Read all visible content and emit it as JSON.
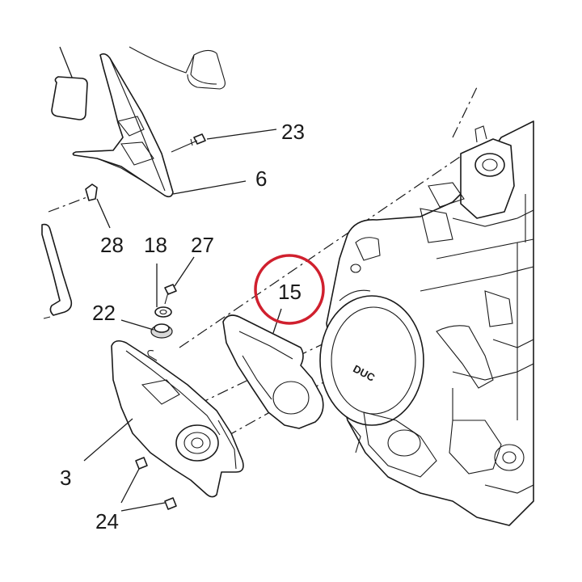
{
  "diagram": {
    "callouts": [
      {
        "id": "c23",
        "text": "23"
      },
      {
        "id": "c6",
        "text": "6"
      },
      {
        "id": "c28",
        "text": "28"
      },
      {
        "id": "c18",
        "text": "18"
      },
      {
        "id": "c27",
        "text": "27"
      },
      {
        "id": "c22",
        "text": "22"
      },
      {
        "id": "c15",
        "text": "15"
      },
      {
        "id": "c3",
        "text": "3"
      },
      {
        "id": "c24",
        "text": "24"
      }
    ],
    "engine_logo": "DUC",
    "highlight_color": "#d0202e",
    "line_color": "#1a1a1a"
  }
}
